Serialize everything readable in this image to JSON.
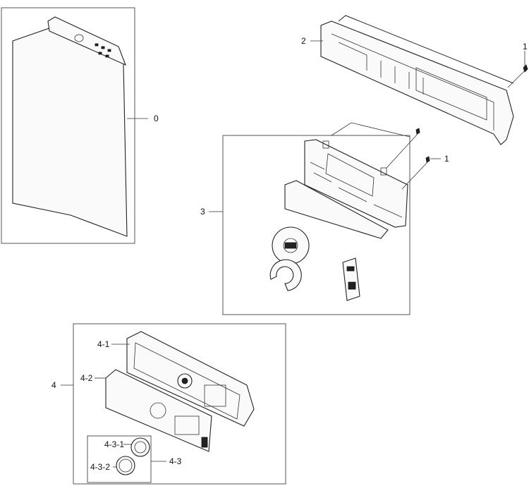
{
  "callouts": {
    "lid_assy": "0",
    "screw_top": "1",
    "rear_cover": "2",
    "screw_mid": "1",
    "pcb_assy": "3",
    "control_panel": "4",
    "panel_frame": "4-1",
    "panel_overlay": "4-2",
    "knob_assy": "4-3",
    "knob_ring": "4-3-1",
    "knob_cap": "4-3-2"
  }
}
